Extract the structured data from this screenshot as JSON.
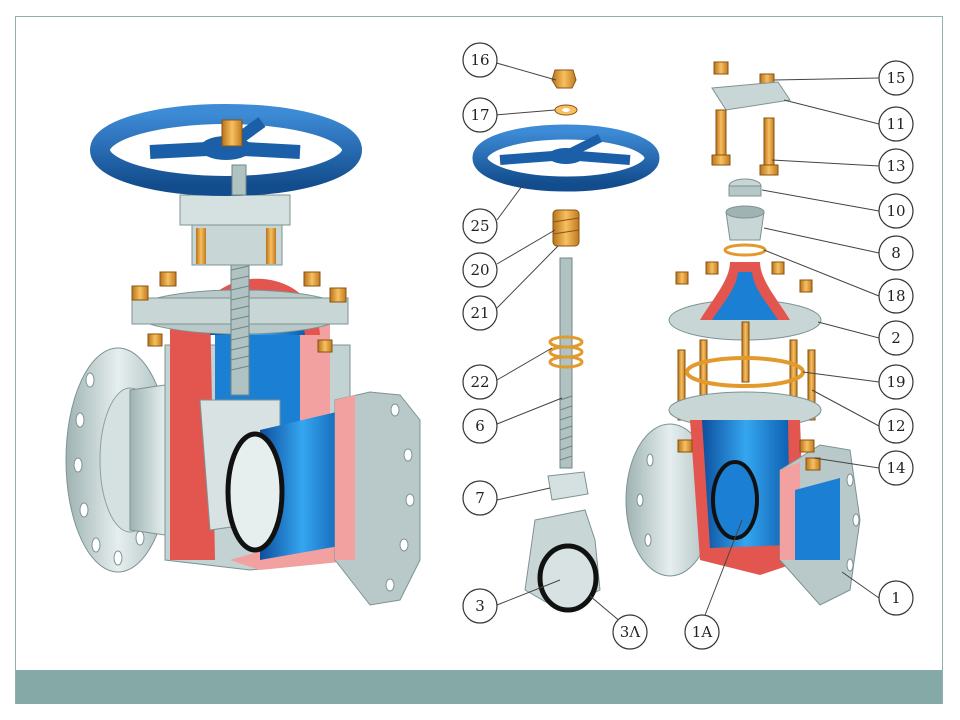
{
  "colors": {
    "body_gray": "#c9d6d6",
    "cut_red": "#e2564f",
    "cut_pink": "#f2a0a0",
    "interior_blue": "#1b7fd3",
    "handwheel_blue": "#1a5fa8",
    "bolt_orange": "#e39a2d",
    "footer_teal": "#85a9a7"
  },
  "callouts": [
    {
      "id": "c16",
      "label": "16"
    },
    {
      "id": "c17",
      "label": "17"
    },
    {
      "id": "c25",
      "label": "25"
    },
    {
      "id": "c20",
      "label": "20"
    },
    {
      "id": "c21",
      "label": "21"
    },
    {
      "id": "c22",
      "label": "22"
    },
    {
      "id": "c6",
      "label": "6"
    },
    {
      "id": "c7",
      "label": "7"
    },
    {
      "id": "c3",
      "label": "3"
    },
    {
      "id": "c3A",
      "label": "3Λ"
    },
    {
      "id": "c1A",
      "label": "1A"
    },
    {
      "id": "c15",
      "label": "15"
    },
    {
      "id": "c11",
      "label": "11"
    },
    {
      "id": "c13",
      "label": "13"
    },
    {
      "id": "c10",
      "label": "10"
    },
    {
      "id": "c8",
      "label": "8"
    },
    {
      "id": "c18",
      "label": "18"
    },
    {
      "id": "c2",
      "label": "2"
    },
    {
      "id": "c19",
      "label": "19"
    },
    {
      "id": "c12",
      "label": "12"
    },
    {
      "id": "c14",
      "label": "14"
    },
    {
      "id": "c1",
      "label": "1"
    }
  ]
}
